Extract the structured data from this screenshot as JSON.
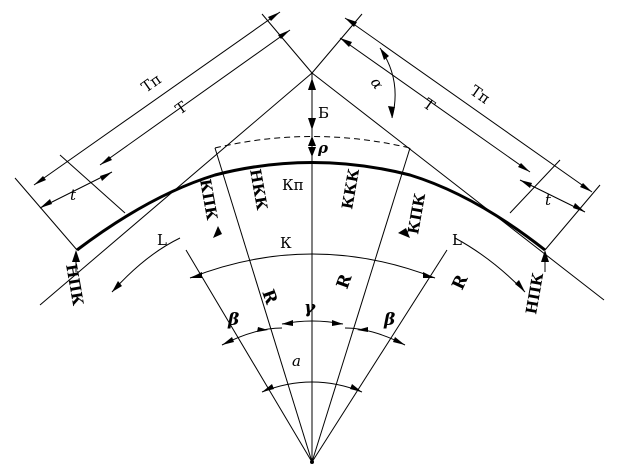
{
  "labels": {
    "tp_left": "Tп",
    "tp_right": "Tп",
    "t_left": "T",
    "t_right": "T",
    "ts_left": "t",
    "ts_right": "t",
    "b": "Б",
    "rho": "ρ",
    "kp": "Кп",
    "k": "К",
    "l_left": "L",
    "l_right": "L",
    "nkk": "НКК",
    "kkk": "ККК",
    "kpk_left": "КПК",
    "kpk_right": "КПК",
    "npk_left": "НПК",
    "npk_right": "НПК",
    "r_left": "R",
    "r_mid": "R",
    "r_right": "R",
    "beta_left": "β",
    "beta_right": "β",
    "gamma": "γ",
    "alpha_bottom": "a",
    "alpha_top": "α"
  }
}
